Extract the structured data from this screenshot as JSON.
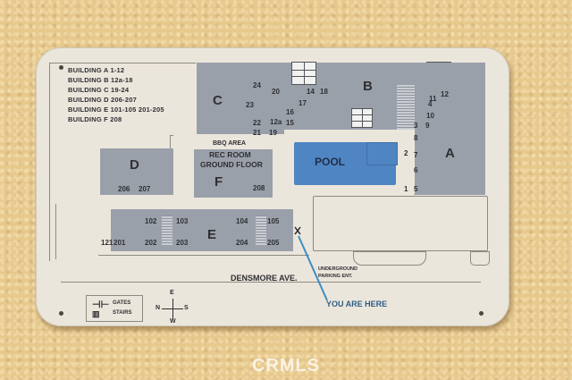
{
  "legend": {
    "lines": [
      "BUILDING A 1-12",
      "BUILDING B 12a-18",
      "BUILDING C 19-24",
      "BUILDING D 206-207",
      "BUILDING E 101-105 201-205",
      "BUILDING F 208"
    ]
  },
  "buildings": {
    "a": "A",
    "b": "B",
    "c": "C",
    "d": "D",
    "e": "E",
    "f": "F"
  },
  "labels": {
    "bbq": "BBQ AREA",
    "rec_room": "REC ROOM",
    "ground_floor": "GROUND FLOOR",
    "pool": "POOL",
    "parking_1": "UNDERGROUND",
    "parking_2": "PARKING ENT.",
    "street": "DENSMORE AVE.",
    "you_are_here": "YOU ARE HERE",
    "gates": "GATES",
    "stairs": "STAIRS"
  },
  "compass": {
    "n": "N",
    "s": "S",
    "e": "E",
    "w": "W"
  },
  "units": {
    "c": [
      "24",
      "20",
      "23",
      "22",
      "21",
      "19"
    ],
    "b": [
      "14",
      "18",
      "17",
      "16",
      "15",
      "12a"
    ],
    "a": [
      "12",
      "11",
      "10",
      "9",
      "3",
      "8",
      "7",
      "6",
      "5",
      "4",
      "2",
      "1"
    ],
    "d": [
      "206",
      "207"
    ],
    "f": [
      "208"
    ],
    "e": [
      "102",
      "103",
      "104",
      "105",
      "121",
      "201",
      "202",
      "203",
      "204",
      "205"
    ]
  },
  "watermark": "CRMLS",
  "colors": {
    "building": "#9aa0aa",
    "pool": "#4f85c2",
    "pointer": "#3c8dc0"
  }
}
